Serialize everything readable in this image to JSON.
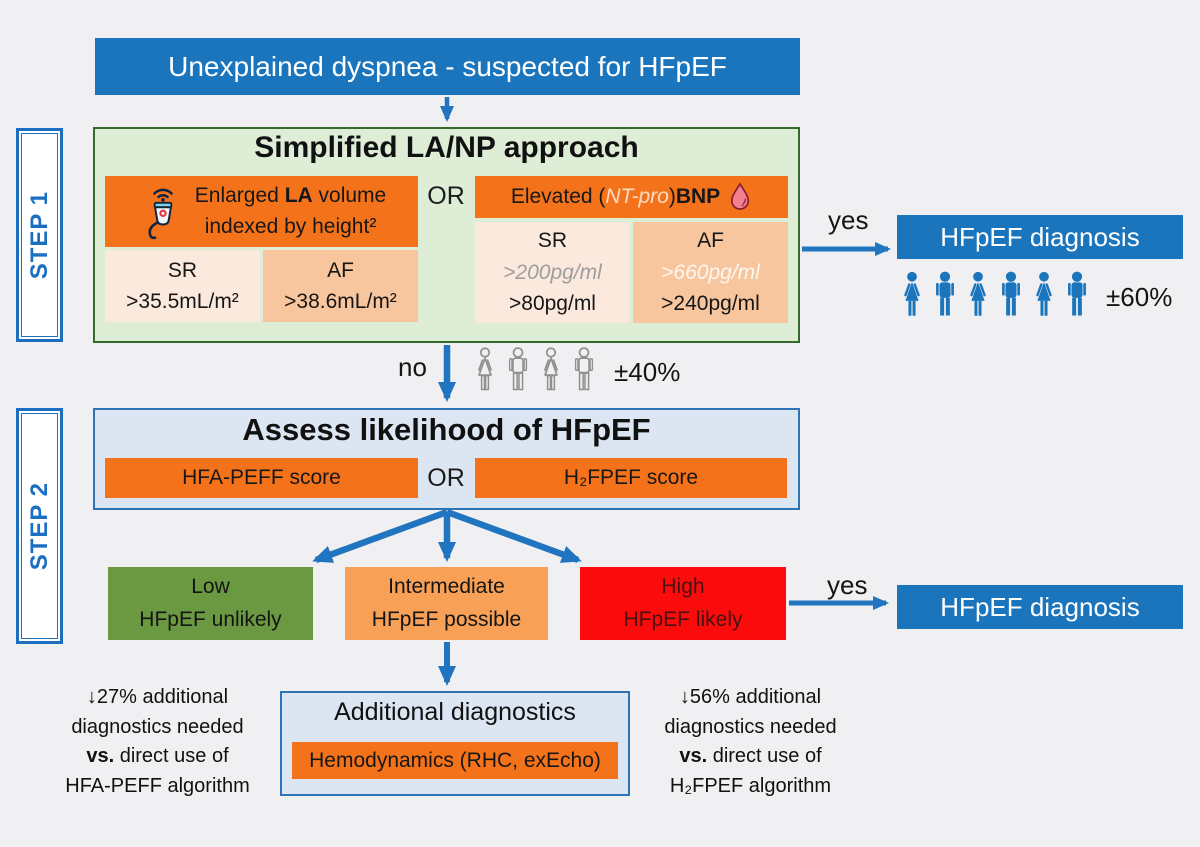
{
  "banner": {
    "label": "Unexplained dyspnea - suspected for HFpEF"
  },
  "steps": {
    "step1": "STEP 1",
    "step2": "STEP 2"
  },
  "step1_box": {
    "title": "Simplified LA/NP approach",
    "or": "OR",
    "la": {
      "prefix": "Enlarged ",
      "bold": "LA",
      "suffix": " volume",
      "line2": "indexed by height²"
    },
    "la_sr": {
      "label": "SR",
      "value": ">35.5mL/m²"
    },
    "la_af": {
      "label": "AF",
      "value": ">38.6mL/m²"
    },
    "bnp": {
      "prefix": "Elevated (",
      "italic": "NT-pro",
      "close": ")",
      "bold": "BNP"
    },
    "bnp_sr": {
      "label": "SR",
      "ntprobnp": ">200pg/ml",
      "bnp": ">80pg/ml"
    },
    "bnp_af": {
      "label": "AF",
      "ntprobnp": ">660pg/ml",
      "bnp": ">240pg/ml"
    }
  },
  "edges": {
    "yes1": "yes",
    "no": "no",
    "yes2": "yes"
  },
  "diagnosis1": "HFpEF diagnosis",
  "diagnosis2": "HFpEF diagnosis",
  "cohorts": {
    "diagnosed": {
      "icons": [
        "female",
        "male",
        "female",
        "male",
        "female",
        "male"
      ],
      "share": "±60%"
    },
    "remaining": {
      "icons": [
        "female",
        "male",
        "female",
        "male"
      ],
      "share": "±40%"
    }
  },
  "step2_box": {
    "title": "Assess likelihood of HFpEF",
    "or": "OR",
    "hfa": "HFA-PEFF score",
    "h2fpef": "H₂FPEF score"
  },
  "outcomes": {
    "low": {
      "line1": "Low",
      "line2": "HFpEF unlikely"
    },
    "intermediate": {
      "line1": "Intermediate",
      "line2": "HFpEF possible"
    },
    "high": {
      "line1": "High",
      "line2": "HFpEF likely"
    }
  },
  "additional": {
    "title": "Additional diagnostics",
    "hemo": "Hemodynamics (RHC, exEcho)"
  },
  "note_left": {
    "line1": "↓27% additional",
    "line2": "diagnostics needed",
    "line3_bold": "vs.",
    "line3": " direct use of",
    "line4": "HFA-PEFF algorithm"
  },
  "note_right": {
    "line1": "↓56% additional",
    "line2": "diagnostics needed",
    "line3_bold": "vs.",
    "line3": " direct use of",
    "line4": "H₂FPEF algorithm"
  },
  "colors": {
    "blue": "#1b75bc",
    "arrow_blue": "#2074c0",
    "orange": "#f4731a",
    "light_pink": "#fce9dd",
    "peach": "#f8c69e",
    "green_fill": "#ddedd6",
    "green_border": "#35682d",
    "panel_blue_fill": "#dce6f2",
    "panel_blue_border": "#2e74b5",
    "olive": "#6a9942",
    "intermediate_orange": "#f8a156",
    "red": "#fb0b0b"
  }
}
